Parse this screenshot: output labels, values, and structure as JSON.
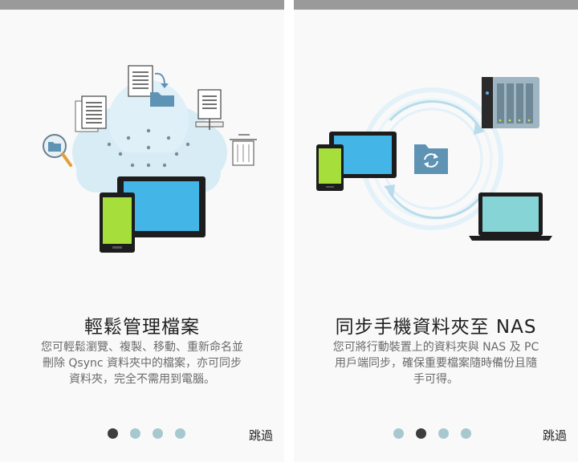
{
  "colors": {
    "dot_active": "#3d3d3d",
    "dot_inactive": "#a8c8cf",
    "tablet_screen": "#43b5e6",
    "phone_screen": "#a6df3c",
    "laptop_screen": "#86d4d6",
    "cloud": "#d8ecf6",
    "folder": "#5f93b4"
  },
  "pages": [
    {
      "title": "輕鬆管理檔案",
      "description_lines": [
        "您可輕鬆瀏覽、複製、移動、重新命名並",
        "刪除 Qsync 資料夾中的檔案，亦可同步",
        "資料夾，完全不需用到電腦。"
      ],
      "skip_label": "跳過",
      "active_dot": 0,
      "dot_count": 4
    },
    {
      "title": "同步手機資料夾至 NAS",
      "description_lines": [
        "您可將行動裝置上的資料夾與 NAS 及 PC",
        "用戶端同步，確保重要檔案隨時備份且隨",
        "手可得。"
      ],
      "skip_label": "跳過",
      "active_dot": 1,
      "dot_count": 4
    }
  ]
}
